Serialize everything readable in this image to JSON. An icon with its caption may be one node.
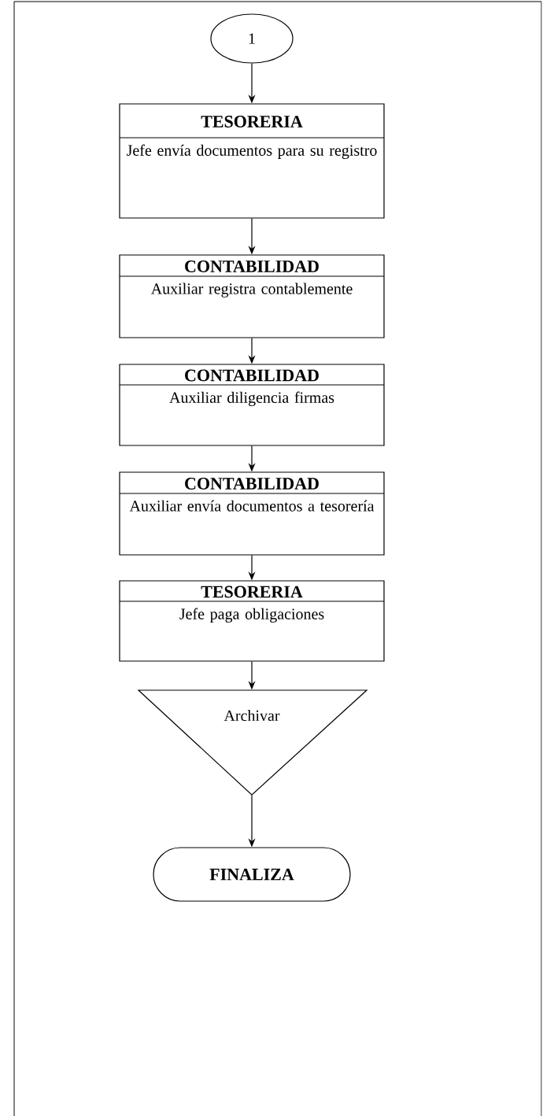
{
  "diagram": {
    "nodes": [
      {
        "text": [
          "1"
        ]
      },
      {
        "text": [
          "TESORERIA",
          "Jefe envía documentos para su registro"
        ]
      },
      {
        "text": [
          "CONTABILIDAD",
          "Auxiliar registra contablemente"
        ]
      },
      {
        "text": [
          "CONTABILIDAD",
          "Auxiliar diligencia firmas"
        ]
      },
      {
        "text": [
          "CONTABILIDAD",
          "Auxiliar envía documentos a tesorería"
        ]
      },
      {
        "text": [
          "TESORERIA",
          "Jefe paga obligaciones"
        ]
      },
      {
        "text": [
          "Archivar"
        ]
      },
      {
        "text": [
          "FINALIZA"
        ]
      }
    ],
    "edges": [
      {
        "from": 0,
        "to": 1,
        "arrow": "to"
      },
      {
        "from": 1,
        "to": 2,
        "arrow": "to"
      },
      {
        "from": 2,
        "to": 3,
        "arrow": "to"
      },
      {
        "from": 3,
        "to": 4,
        "arrow": "to"
      },
      {
        "from": 4,
        "to": 5,
        "arrow": "to"
      },
      {
        "from": 5,
        "to": 6,
        "arrow": "to"
      },
      {
        "from": 6,
        "to": 7,
        "arrow": "to"
      }
    ]
  }
}
